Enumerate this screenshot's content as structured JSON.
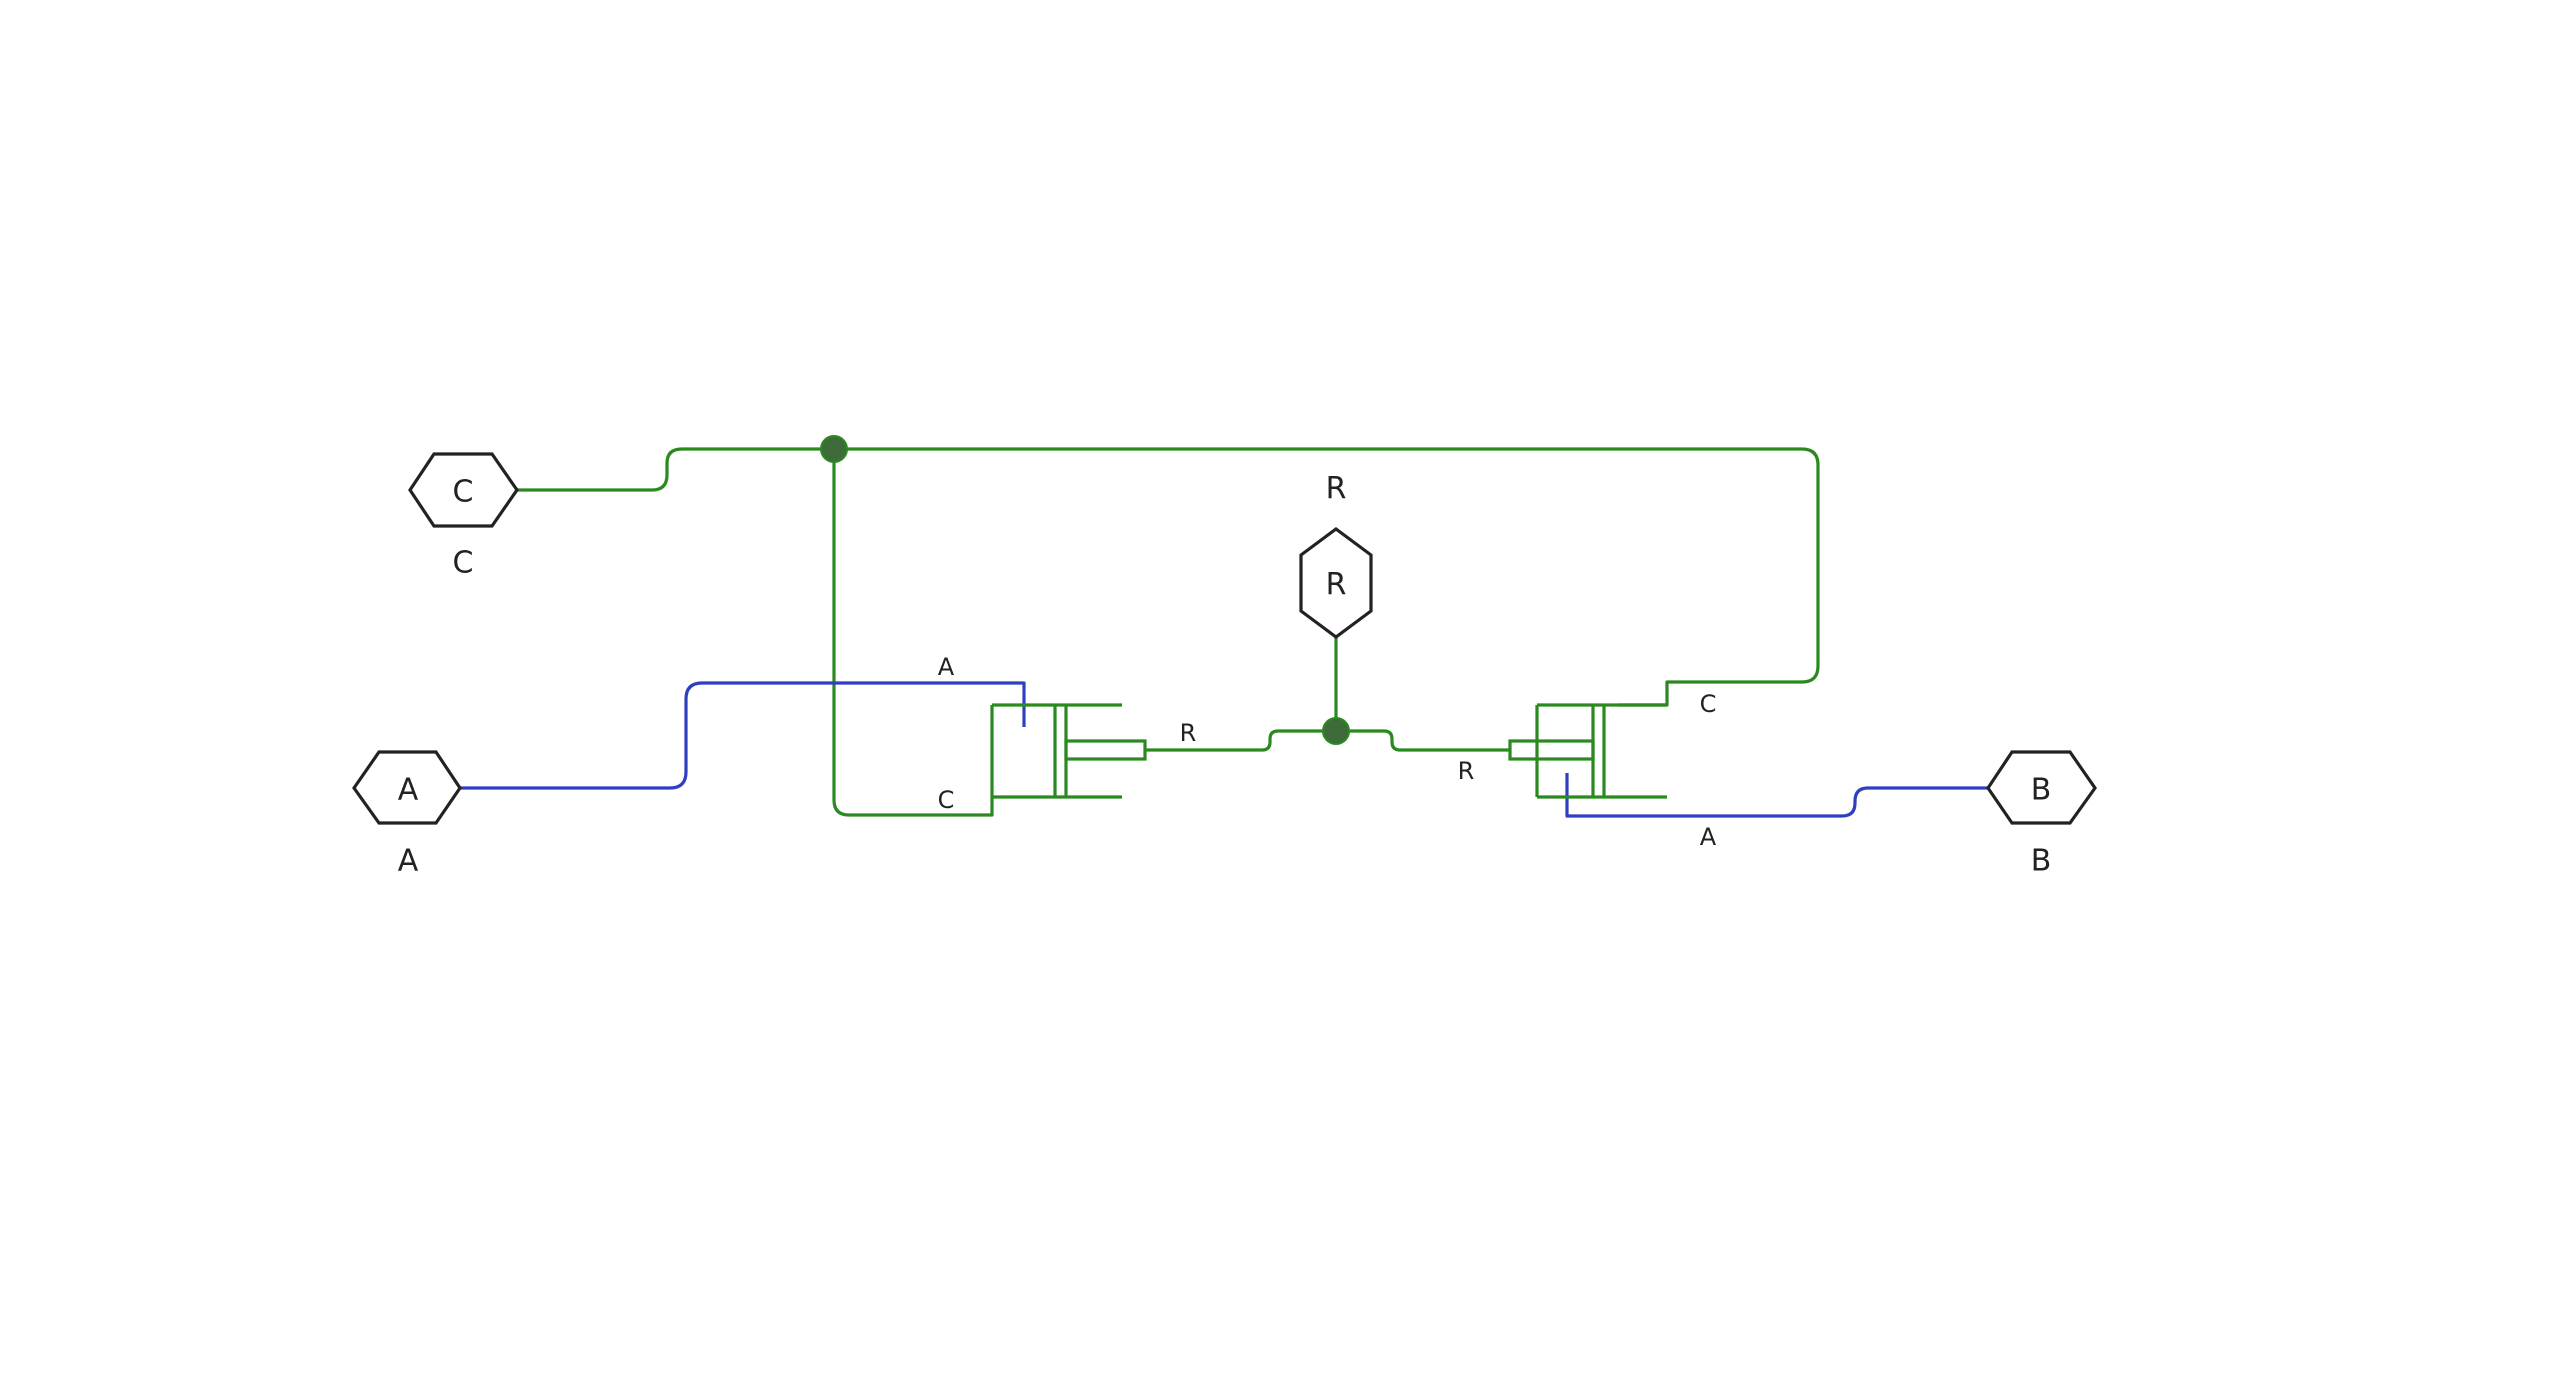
{
  "diagram": {
    "ports": [
      {
        "id": "C",
        "symbol": "C",
        "label": "C"
      },
      {
        "id": "A",
        "symbol": "A",
        "label": "A"
      },
      {
        "id": "R",
        "symbol": "R",
        "label": "R"
      },
      {
        "id": "B",
        "symbol": "B",
        "label": "B"
      }
    ],
    "pin_labels": {
      "left_valve_a": "A",
      "left_valve_c": "C",
      "left_valve_r": "R",
      "right_valve_c": "C",
      "right_valve_r": "R",
      "right_valve_a": "A"
    },
    "colors": {
      "hydraulic_line": "#2a8a1f",
      "signal_line": "#2f3fc0",
      "port_outline": "#222222",
      "junction": "#3d6b3a"
    }
  }
}
